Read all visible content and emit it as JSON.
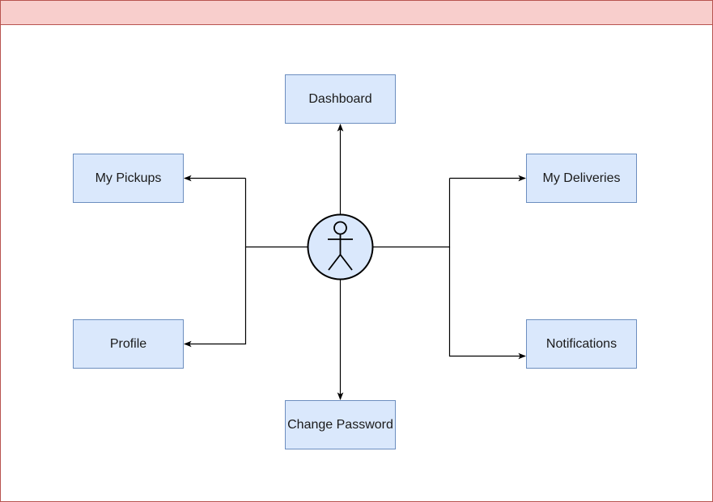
{
  "header": {
    "title": ""
  },
  "colors": {
    "header_fill": "#f8cecc",
    "header_border": "#b85450",
    "node_fill": "#dae8fc",
    "node_border": "#6c8ebf",
    "connector": "#000000"
  },
  "actor": {
    "icon": "person-icon"
  },
  "nodes": {
    "dashboard": "Dashboard",
    "my_pickups": "My Pickups",
    "my_deliveries": "My Deliveries",
    "profile": "Profile",
    "notifications": "Notifications",
    "change_password": "Change Password"
  }
}
